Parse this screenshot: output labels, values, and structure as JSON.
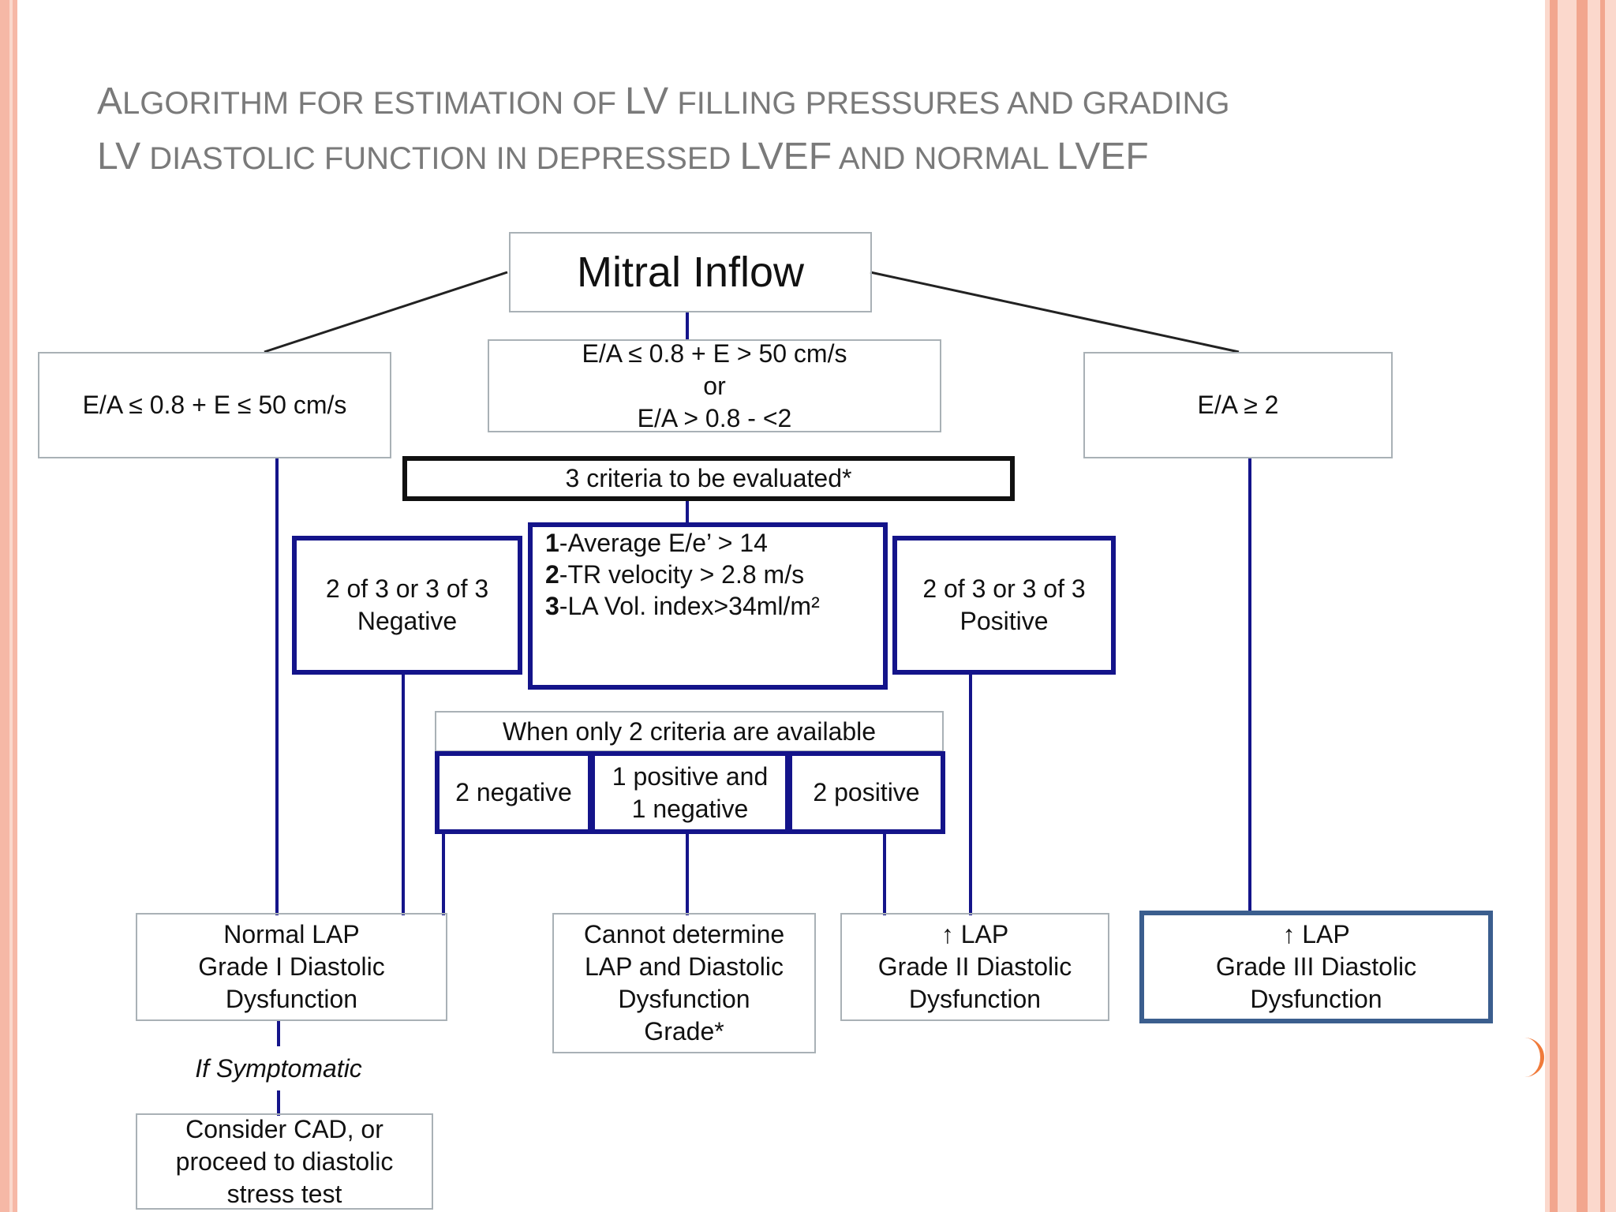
{
  "title": {
    "line1": [
      {
        "cap": "A",
        "rest": "LGORITHM FOR ESTIMATION OF "
      },
      {
        "cap": "LV",
        "rest": " FILLING PRESSURES AND GRADING"
      }
    ],
    "line2": [
      {
        "cap": "LV",
        "rest": " DIASTOLIC FUNCTION IN DEPRESSED "
      },
      {
        "cap": "LVEF",
        "rest": "  AND NORMAL "
      },
      {
        "cap": "LVEF",
        "rest": ""
      }
    ]
  },
  "nodes": {
    "mitral_inflow": "Mitral Inflow",
    "left_criterion": "E/A ≤ 0.8 + E ≤ 50 cm/s",
    "middle_criterion": "E/A ≤ 0.8 + E > 50 cm/s\nor\nE/A > 0.8 - <2",
    "right_criterion": "E/A ≥ 2",
    "criteria_header": "3 criteria to be evaluated*",
    "negative_box": "2 of 3 or 3 of 3\nNegative",
    "criteria_list": [
      {
        "num": "1",
        "text": "-Average E/e’ > 14"
      },
      {
        "num": "2",
        "text": "-TR velocity > 2.8 m/s"
      },
      {
        "num": "3",
        "text": "-LA Vol. index>34ml/m²"
      }
    ],
    "positive_box": "2 of 3 or 3 of 3\nPositive",
    "two_criteria_header": "When only 2 criteria are available",
    "two_negative": "2 negative",
    "one_pos_one_neg": "1 positive and\n1 negative",
    "two_positive": "2 positive",
    "outcome_normal": "Normal  LAP\nGrade I Diastolic\nDysfunction",
    "outcome_indeterminate": "Cannot determine\nLAP and Diastolic\nDysfunction\nGrade*",
    "outcome_grade2": "↑ LAP\nGrade II Diastolic\nDysfunction",
    "outcome_grade3": "↑ LAP\nGrade III Diastolic\nDysfunction",
    "if_symptomatic": "If Symptomatic",
    "consider_cad": "Consider CAD, or\nproceed to diastolic\nstress  test"
  },
  "colors": {
    "title": "#7a7a7a",
    "navy": "#14148a",
    "steel": "#3b5e8e",
    "thin_border": "#a9b1b6",
    "slide_border": "#f6b8a6"
  }
}
